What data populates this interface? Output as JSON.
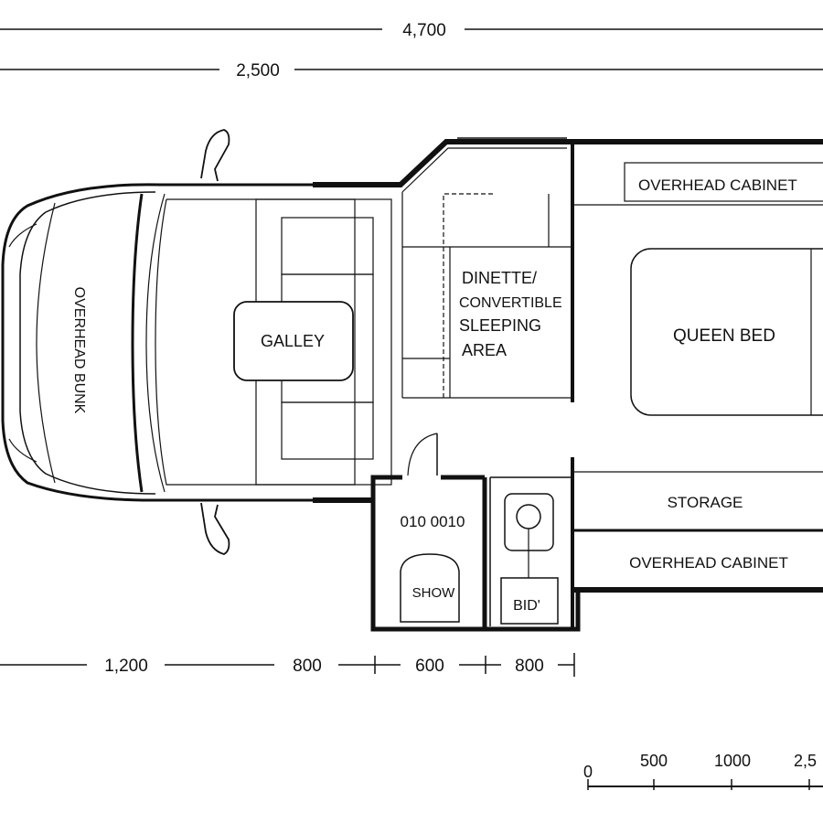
{
  "dimensions": {
    "overall": "4,700",
    "cab_section": "2,500",
    "bottom": [
      "1,200",
      "800",
      "600",
      "800"
    ]
  },
  "rooms": {
    "overhead_bunk": "OVERHEAD BUNK",
    "galley": "GALLEY",
    "dinette_line1": "DINETTE/",
    "dinette_line2": "CONVERTIBLE",
    "dinette_line3": "SLEEPING",
    "dinette_line4": "AREA",
    "overhead_cabinet_top": "OVERHEAD CABINET",
    "queen_bed": "QUEEN BED",
    "storage": "STORAGE",
    "overhead_cabinet_bottom": "OVERHEAD CABINET",
    "bath_fixture_label": "010 0010",
    "shower": "SHOW",
    "bidet": "BID'"
  },
  "scale_bar": {
    "ticks": [
      "0",
      "500",
      "1000",
      "2,5"
    ]
  }
}
